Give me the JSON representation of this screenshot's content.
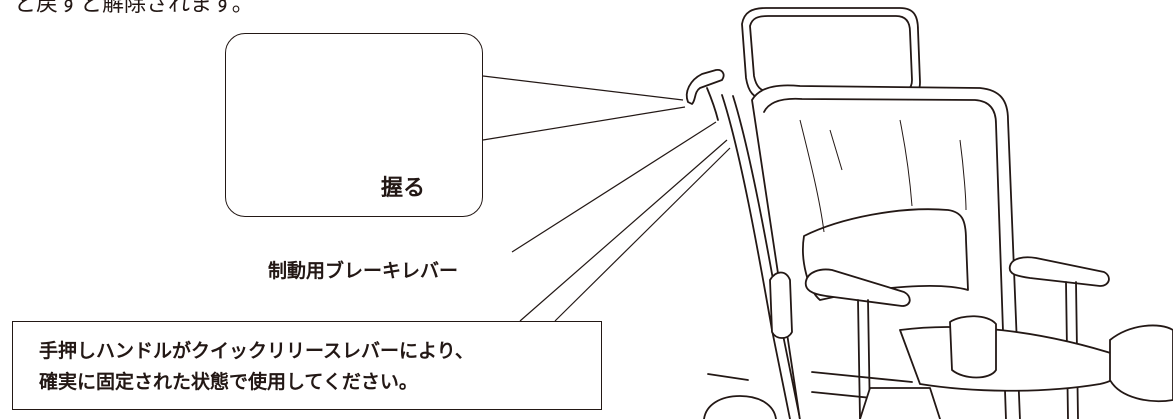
{
  "top_text": "と戻すと解除されます。",
  "inset": {
    "grip_label": "握る"
  },
  "lever_label": "制動用ブレーキレバー",
  "note": {
    "line1": "手押しハンドルがクイックリリースレバーにより、",
    "line2": "確実に固定された状態で使用してください。"
  },
  "colors": {
    "ink": "#231815",
    "background": "#ffffff"
  }
}
